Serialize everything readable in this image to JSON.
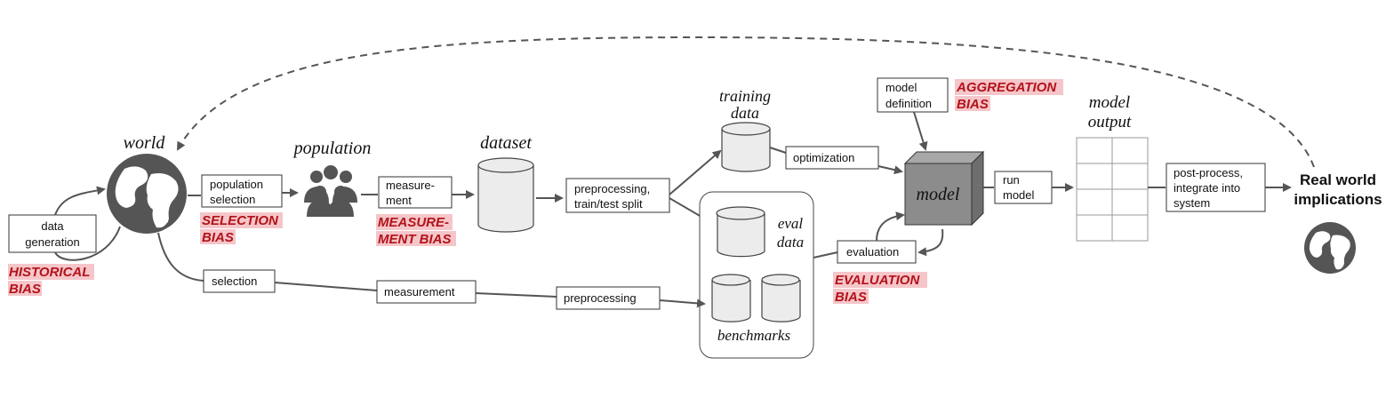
{
  "labels": {
    "world": "world",
    "population": "population",
    "dataset": "dataset",
    "training_data": [
      "training",
      "data"
    ],
    "eval_data": [
      "eval",
      "data"
    ],
    "benchmarks": "benchmarks",
    "model_output": [
      "model",
      "output"
    ],
    "model": "model"
  },
  "boxes": {
    "data_generation": [
      "data",
      "generation"
    ],
    "population_selection": [
      "population",
      "selection"
    ],
    "measurement_top": [
      "measure-",
      "ment"
    ],
    "preprocessing_split": [
      "preprocessing,",
      "train/test split"
    ],
    "optimization": [
      "optimization"
    ],
    "model_definition": [
      "model",
      "definition"
    ],
    "run_model": [
      "run",
      "model"
    ],
    "post_process": [
      "post-process,",
      "integrate into",
      "system"
    ],
    "selection": [
      "selection"
    ],
    "measurement_bottom": [
      "measurement"
    ],
    "preprocessing_bottom": [
      "preprocessing"
    ],
    "evaluation": [
      "evaluation"
    ]
  },
  "biases": {
    "historical": [
      "HISTORICAL",
      "BIAS"
    ],
    "selection": [
      "SELECTION",
      "BIAS"
    ],
    "measurement": [
      "MEASURE-",
      "MENT BIAS"
    ],
    "aggregation": [
      "AGGREGATION",
      "BIAS"
    ],
    "evaluation": [
      "EVALUATION",
      "BIAS"
    ]
  },
  "real_world": [
    "Real world",
    "implications"
  ],
  "icons": [
    "globe-icon",
    "people-icon",
    "globe-small-icon"
  ],
  "colors": {
    "bias_text": "#b3121a",
    "bias_bg": "#f5c6c9",
    "model_cube": "#888888"
  }
}
